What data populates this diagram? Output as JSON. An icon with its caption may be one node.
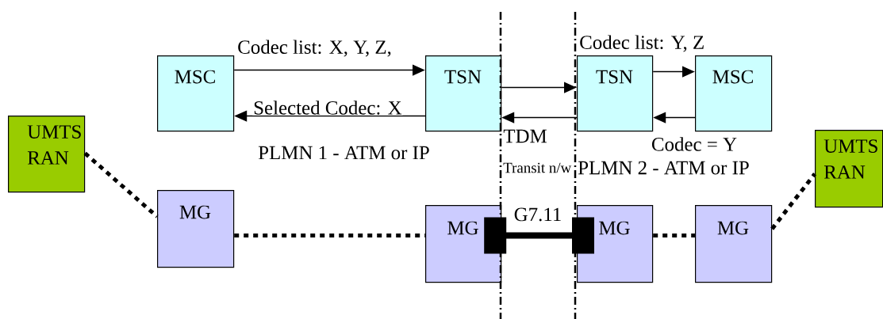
{
  "diagram": {
    "nodes": [
      {
        "text": [
          "UMTS RAN"
        ]
      },
      {
        "text": [
          "MSC"
        ]
      },
      {
        "text": [
          "TSN"
        ]
      },
      {
        "text": [
          "TSN"
        ]
      },
      {
        "text": [
          "MSC"
        ]
      },
      {
        "text": [
          "UMTS RAN"
        ]
      },
      {
        "text": [
          "MG"
        ]
      },
      {
        "text": [
          "MG"
        ]
      },
      {
        "text": [
          "MG"
        ]
      },
      {
        "text": [
          "MG"
        ]
      }
    ],
    "edges": [
      {
        "from": 1,
        "to": 2,
        "arrow": "to",
        "label": "Codec list: X, Y, Z,"
      },
      {
        "from": 2,
        "to": 1,
        "arrow": "to",
        "label": "Selected Codec: X"
      },
      {
        "from": 2,
        "to": 3,
        "arrow": "to"
      },
      {
        "from": 3,
        "to": 2,
        "arrow": "to",
        "label": "TDM"
      },
      {
        "from": 3,
        "to": 4,
        "arrow": "to",
        "label": "Codec list: Y, Z"
      },
      {
        "from": 4,
        "to": 3,
        "arrow": "to",
        "label": "Codec = Y"
      },
      {
        "from": 0,
        "to": 6,
        "arrow": "none",
        "style": "dashed"
      },
      {
        "from": 6,
        "to": 7,
        "arrow": "none",
        "style": "dashed"
      },
      {
        "from": 7,
        "to": 8,
        "arrow": "other",
        "style": "thick",
        "label": "G7.11"
      },
      {
        "from": 8,
        "to": 9,
        "arrow": "none",
        "style": "dashed"
      },
      {
        "from": 9,
        "to": 5,
        "arrow": "none",
        "style": "dashed"
      }
    ],
    "labels": [
      "PLMN 1 - ATM or IP",
      "Transit n/w",
      "PLMN 2 - ATM or IP"
    ]
  }
}
